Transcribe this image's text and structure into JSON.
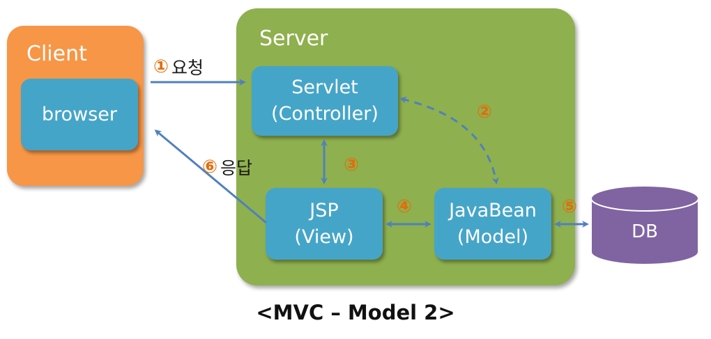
{
  "client": {
    "title": "Client",
    "browser": "browser"
  },
  "server": {
    "title": "Server"
  },
  "components": {
    "servlet": {
      "line1": "Servlet",
      "line2": "(Controller)"
    },
    "jsp": {
      "line1": "JSP",
      "line2": "(View)"
    },
    "javabean": {
      "line1": "JavaBean",
      "line2": "(Model)"
    },
    "db": {
      "label": "DB"
    }
  },
  "steps": {
    "s1": {
      "num": "①",
      "label": "요청"
    },
    "s2": {
      "num": "②"
    },
    "s3": {
      "num": "③"
    },
    "s4": {
      "num": "④"
    },
    "s5": {
      "num": "⑤"
    },
    "s6": {
      "num": "⑥",
      "label": "응답"
    }
  },
  "caption": "<MVC – Model 2>",
  "colors": {
    "client": "#F79646",
    "server": "#8FB04E",
    "component": "#45A5C8",
    "db": "#8064A2",
    "arrow": "#4F81BD",
    "step_number": "#E46C0A"
  },
  "icons": {
    "database": "cylinder-icon"
  }
}
